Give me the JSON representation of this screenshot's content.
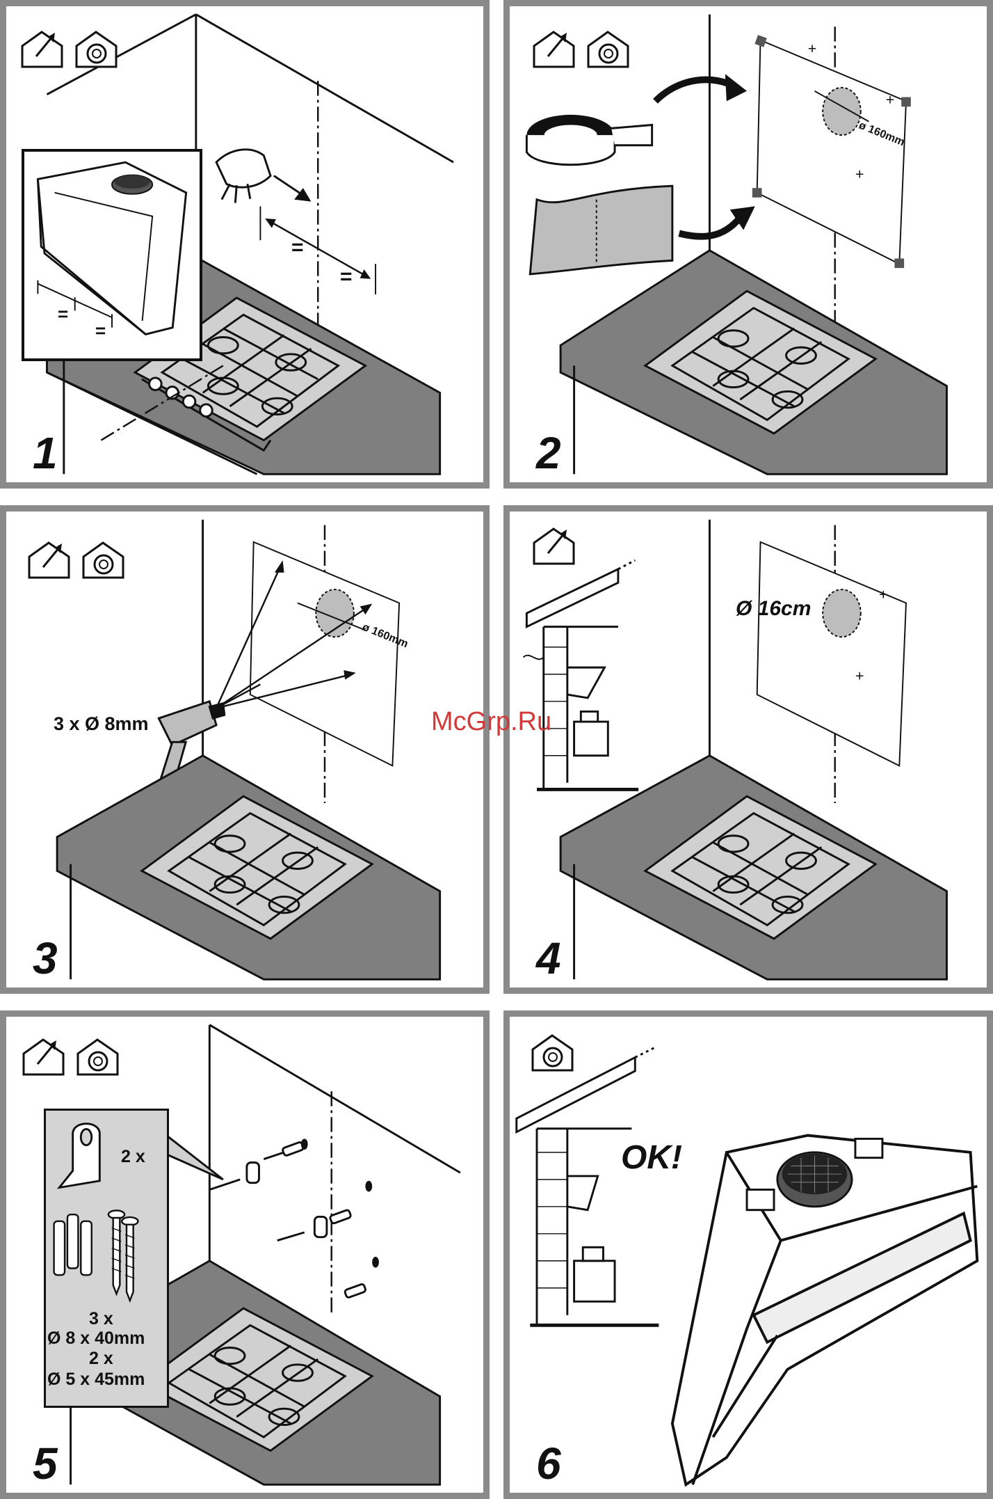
{
  "panels": [
    {
      "step": "1"
    },
    {
      "step": "2",
      "dimension": "ø 160mm"
    },
    {
      "step": "3",
      "drill_label": "3 x Ø 8mm",
      "dimension": "ø 160mm"
    },
    {
      "step": "4",
      "hole_label": "Ø 16cm"
    },
    {
      "step": "5",
      "kit": {
        "hook_qty": "2 x",
        "dowel_qty": "3 x",
        "dowel_size": "Ø 8 x 40mm",
        "screw_qty": "2 x",
        "screw_size": "Ø 5 x 45mm"
      }
    },
    {
      "step": "6",
      "ok_label": "OK!"
    }
  ],
  "panel1": {
    "equal_a": "=",
    "equal_b": "=",
    "equal_c": "=",
    "equal_d": "="
  },
  "watermark": "McGrp.Ru",
  "icons": [
    "duct-out-icon",
    "recirculation-icon"
  ],
  "colors": {
    "frame": "#8a8a8a",
    "counter": "#7f7f7f",
    "shade": "#bdbdbd",
    "ink": "#111111",
    "watermark": "#d23a3a"
  }
}
